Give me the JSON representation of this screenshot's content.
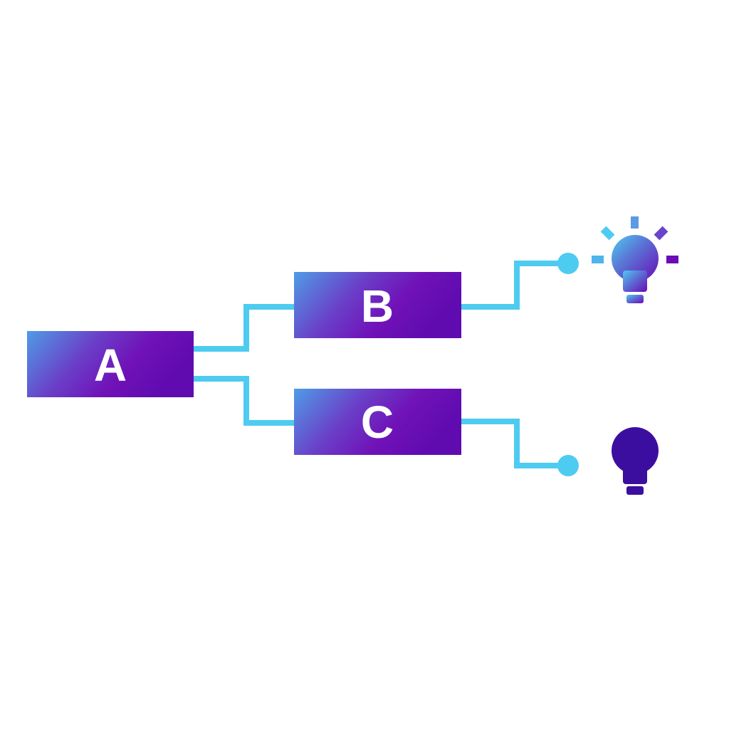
{
  "nodes": {
    "a": {
      "label": "A"
    },
    "b": {
      "label": "B"
    },
    "c": {
      "label": "C"
    }
  },
  "icons": {
    "top": "lightbulb-on-icon",
    "bottom": "lightbulb-off-icon"
  },
  "colors": {
    "gradient_start": "#4f9ce6",
    "gradient_mid": "#7012b8",
    "gradient_end": "#5f0bb0",
    "connector": "#4ecbf0",
    "bulb_off": "#3c0ea0"
  }
}
